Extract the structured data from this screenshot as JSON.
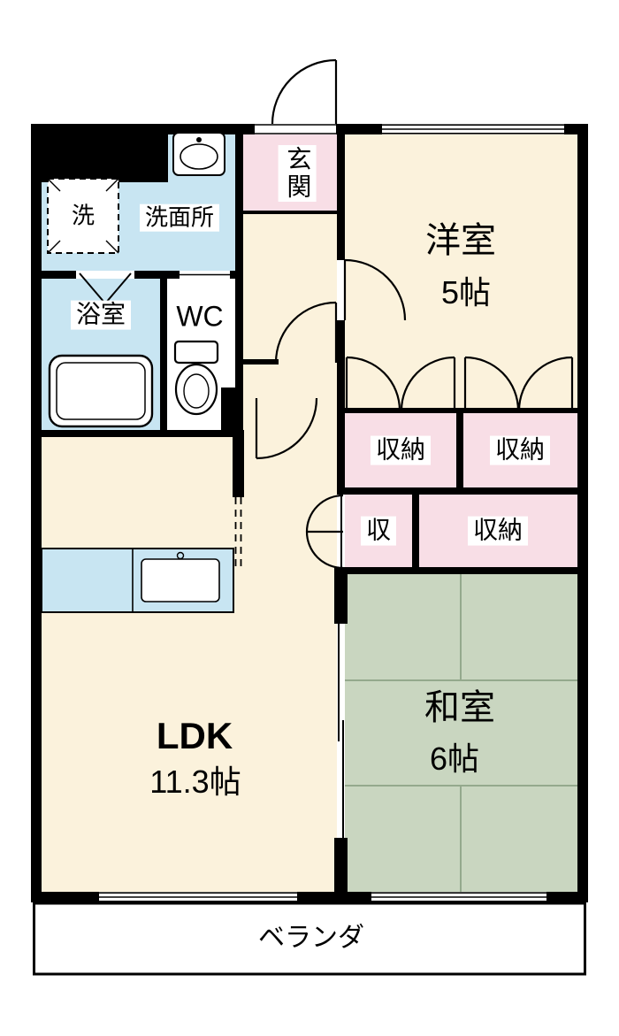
{
  "colors": {
    "wall": "#000000",
    "cream": "#fbf2dc",
    "blue": "#c8e5f2",
    "pink": "#f8dee6",
    "tatami": "#c9d6c0",
    "tatami_line": "#94a98d",
    "white": "#ffffff"
  },
  "rooms": {
    "genkan": {
      "label": "玄関"
    },
    "western_room": {
      "label": "洋室",
      "size": "5帖"
    },
    "washroom": {
      "label": "洗面所"
    },
    "washer": {
      "label": "洗"
    },
    "bathroom": {
      "label": "浴室"
    },
    "toilet": {
      "label": "WC"
    },
    "closet_top_left": {
      "label": "収納"
    },
    "closet_top_right": {
      "label": "収納"
    },
    "closet_small": {
      "label": "収"
    },
    "closet_bottom": {
      "label": "収納"
    },
    "ldk": {
      "label": "LDK",
      "size": "11.3帖"
    },
    "japanese_room": {
      "label": "和室",
      "size": "6帖"
    },
    "veranda": {
      "label": "ベランダ"
    }
  }
}
